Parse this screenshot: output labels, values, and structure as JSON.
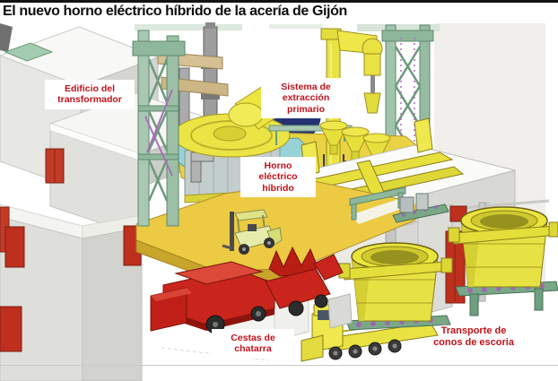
{
  "header": {
    "title": "El nuevo horno eléctrico híbrido de la acería de Gijón"
  },
  "labels": {
    "transformer_building": {
      "line1": "Edificio del",
      "line2": "transformador"
    },
    "primary_extraction": {
      "line1": "Sistema de",
      "line2": "extracción",
      "line3": "primario"
    },
    "hybrid_furnace": {
      "line1": "Horno",
      "line2": "eléctrico",
      "line3": "híbrido"
    },
    "scrap_baskets": {
      "line1": "Cestas de",
      "line2": "chatarra"
    },
    "slag_cone_transport": {
      "line1": "Transporte de",
      "line2": "conos de escoria"
    }
  },
  "colors": {
    "label_text": "#c1121c",
    "machine_yellow": "#e9e243",
    "deck_yellow": "#ecca43",
    "truss_green": "#9cbfa6",
    "hood_blue": "#2c3c8c",
    "vehicle_red": "#c9251c",
    "building_gray": "#e7e7e4",
    "title_black": "#0d0d0d"
  }
}
